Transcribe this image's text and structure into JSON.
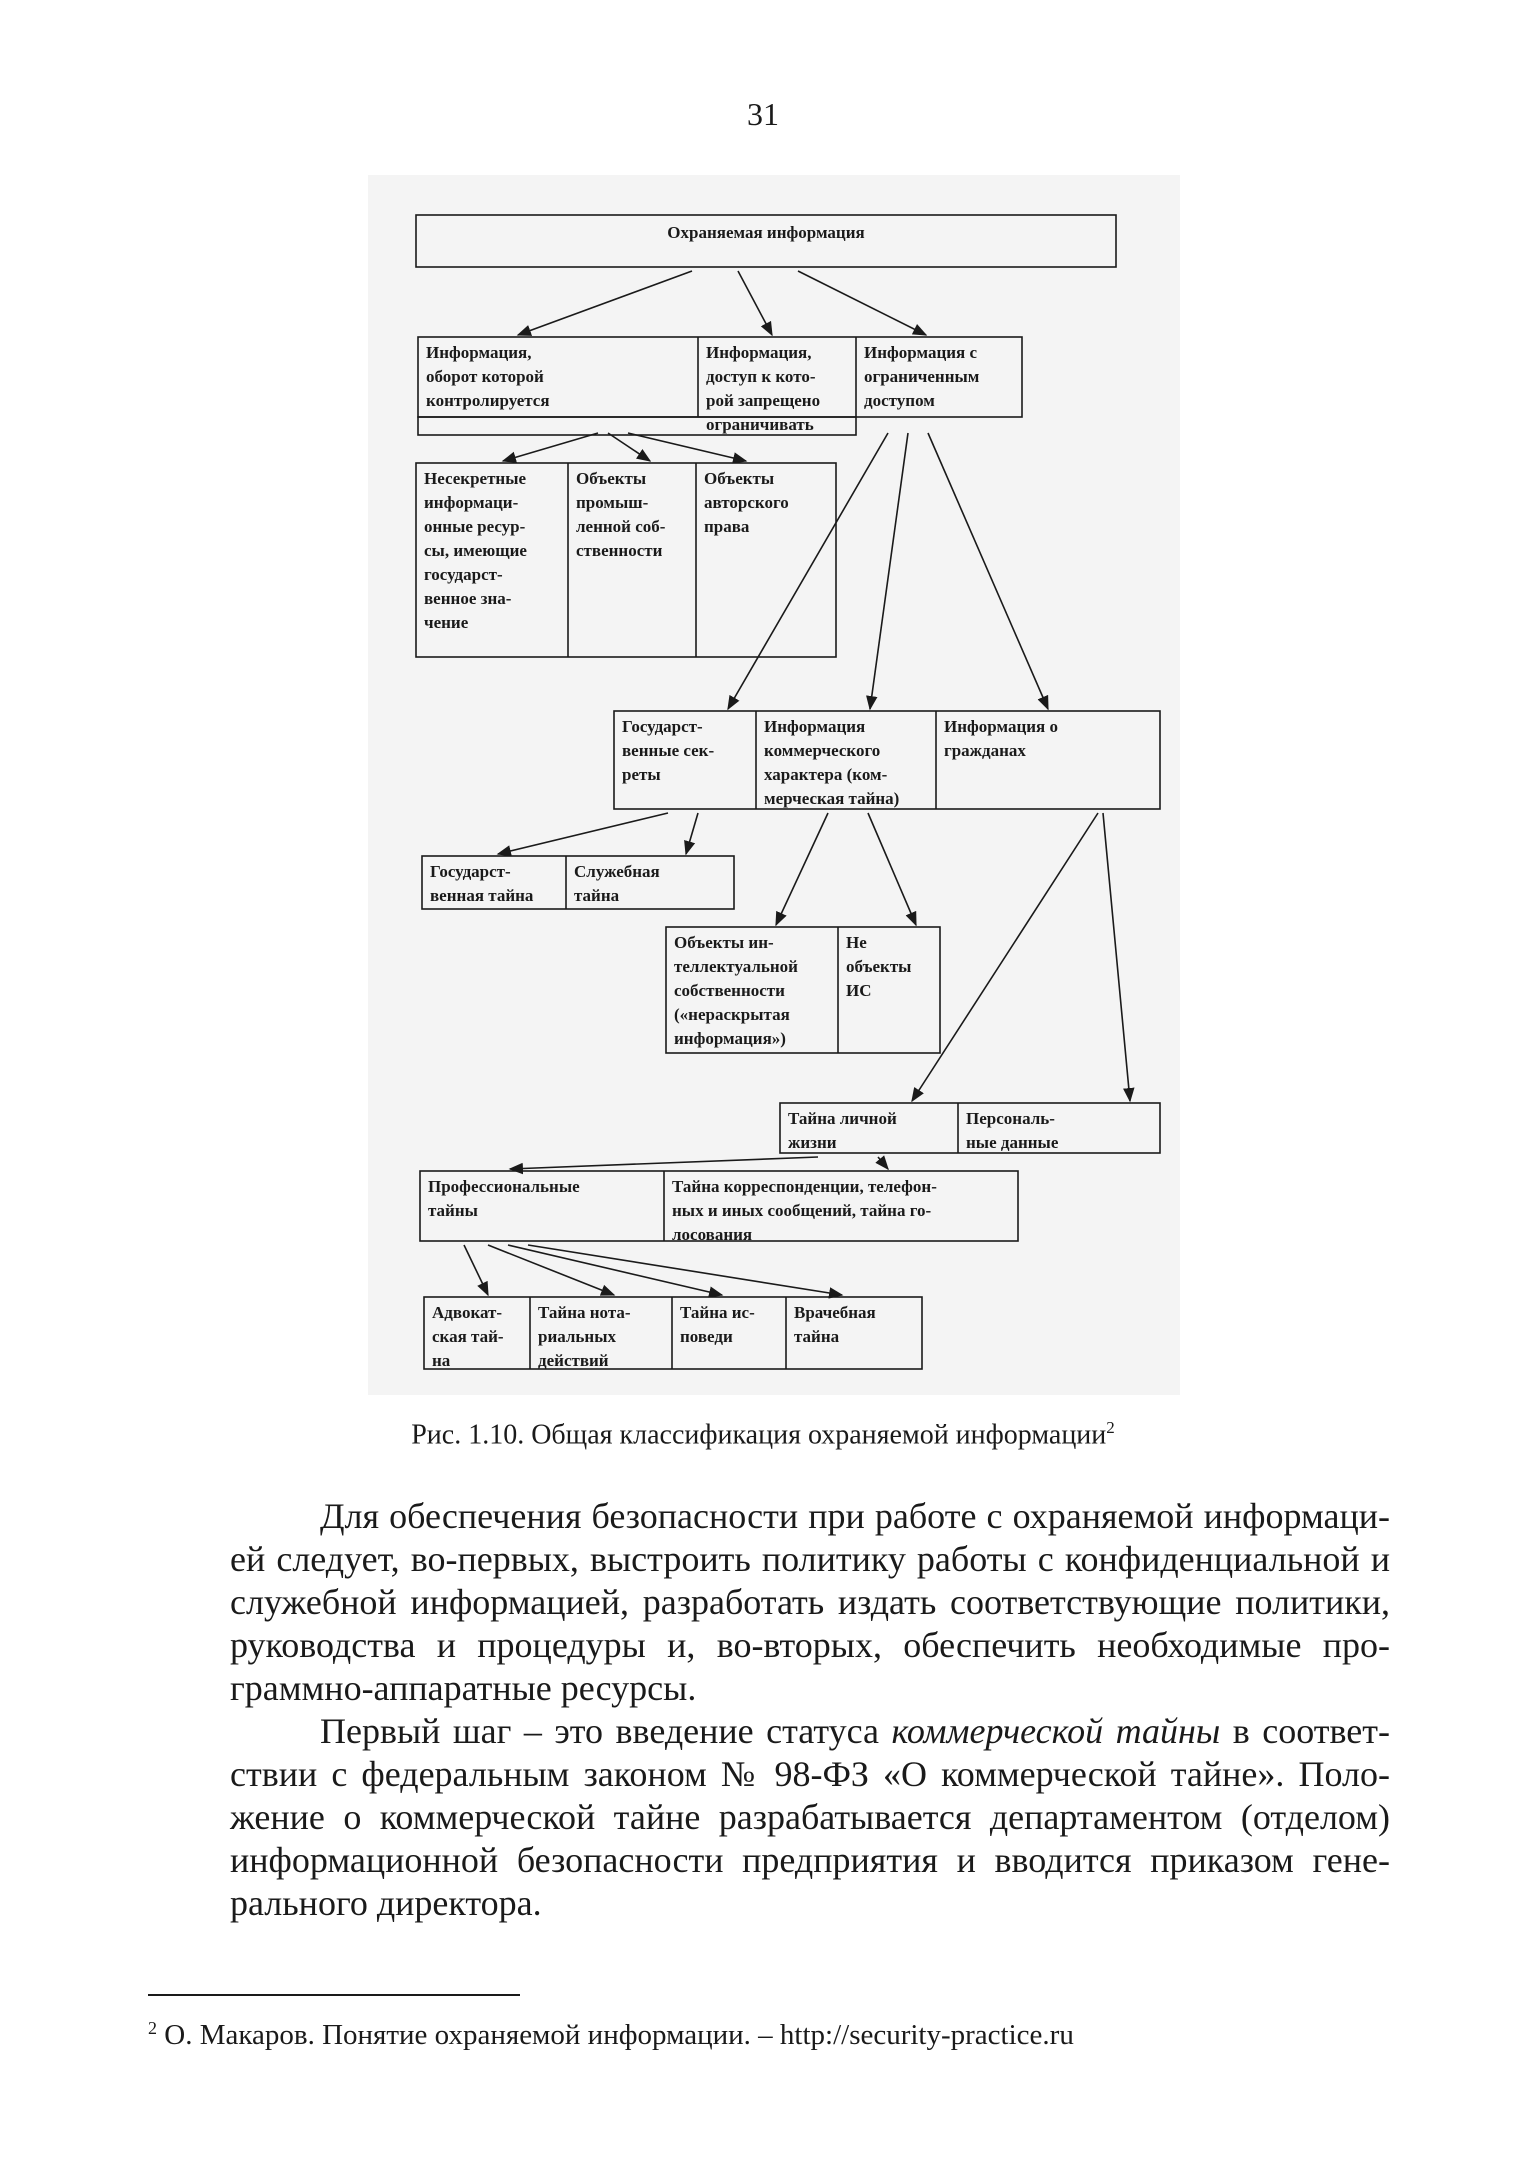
{
  "page_number": "31",
  "diagram": {
    "top": "Охраняемая информация",
    "level1": [
      "Информация,\nоборот которой\nконтролируется",
      "Информация,\nдоступ к кото-\nрой запрещено\nограничивать",
      "Информация с\nограниченным\nдоступом"
    ],
    "controlled": [
      "Несекретные\nинформаци-\nонные ресур-\nсы, имеющие\nгосударст-\nвенное зна-\nчение",
      "Объекты\nпромыш-\nленной соб-\nственности",
      "Объекты\nавторского\nправа"
    ],
    "restricted": [
      "Государст-\nвенные сек-\nреты",
      "Информация\nкоммерческого\nхарактера   (ком-\nмерческая тайна)",
      "Информация о\nгражданах"
    ],
    "state_secrets": [
      "Государст-\nвенная тайна",
      "Служебная\nтайна"
    ],
    "commercial": [
      "Объекты ин-\nтеллектуальной\nсобственности\n(«нераскрытая\nинформация»)",
      "Не объекты\nИС"
    ],
    "citizens": [
      "Тайна личной\nжизни",
      "Персональ-\nные данные"
    ],
    "privacy": [
      "Профессиональные\nтайны",
      "Тайна корреспонденции, телефон-\nных и иных сообщений, тайна го-\nлосования"
    ],
    "professional": [
      "Адвокат-\nская тай-\nна",
      "Тайна нота-\nриальных\nдействий",
      "Тайна ис-\nповеди",
      "Врачебная\nтайна"
    ]
  },
  "caption": {
    "text": "Рис. 1.10. Общая классификация охраняемой информации",
    "ref": "2"
  },
  "paragraphs": {
    "p1": "Для обеспечения безопасности при работе с охраняемой информаци-ей следует, во-первых, выстроить политику работы с конфиденциальной и служебной информацией, разработать издать соответствующие политики, руководства и процедуры и, во-вторых, обеспечить необходимые про-граммно-аппаратные ресурсы.",
    "p2_before": "Первый шаг – это введение статуса ",
    "p2_italic": "коммерческой тайны",
    "p2_after": " в соответ-ствии с федеральным законом № 98-ФЗ «О коммерческой тайне». Поло-жение о коммерческой тайне разрабатывается департаментом (отделом) информационной безопасности предприятия и вводится приказом гене-рального директора."
  },
  "footnote": {
    "number": "2",
    "text": "О. Макаров. Понятие охраняемой информации. – http://security-practice.ru"
  }
}
